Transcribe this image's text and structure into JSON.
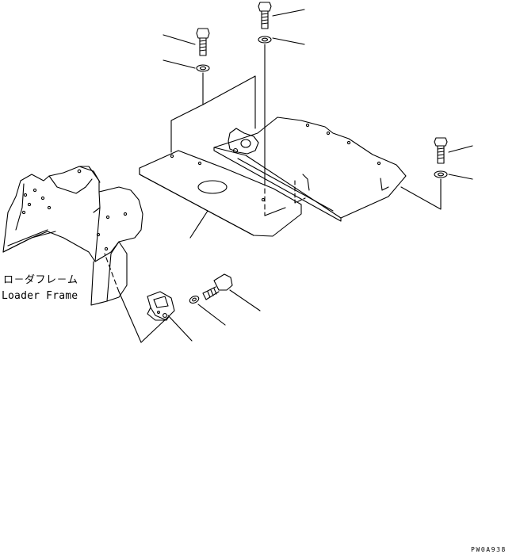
{
  "labels": {
    "loader_frame_jp": "ロ－ダフレ－ム",
    "loader_frame_en": "Loader Frame",
    "drawing_code": "PW0A938"
  }
}
